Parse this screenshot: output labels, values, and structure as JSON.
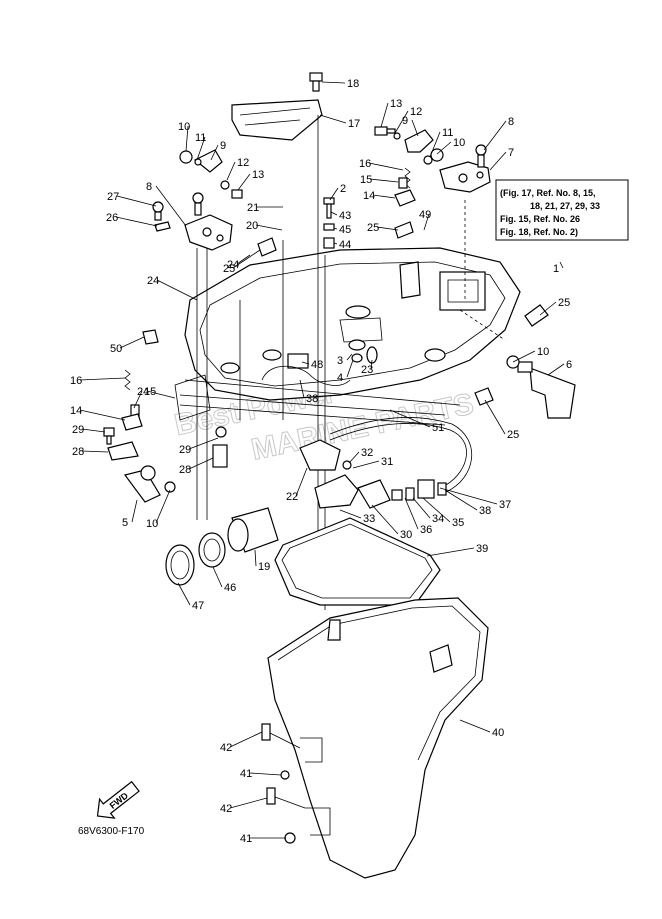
{
  "diagram": {
    "code": "68V6300-F170",
    "fwd_label": "FWD",
    "reference_note": [
      "(Fig. 17, Ref. No. 8, 15,",
      "18, 21, 27, 29, 33",
      "Fig. 15, Ref. No. 26",
      "Fig. 18, Ref. No. 2)"
    ],
    "watermark": [
      "Best Power",
      "MARINE PARTS"
    ],
    "labels": [
      "1",
      "2",
      "3",
      "4",
      "5",
      "6",
      "7",
      "8",
      "9",
      "10",
      "11",
      "12",
      "13",
      "14",
      "15",
      "16",
      "17",
      "18",
      "19",
      "20",
      "21",
      "22",
      "23",
      "24",
      "25",
      "26",
      "27",
      "28",
      "29",
      "30",
      "31",
      "32",
      "33",
      "34",
      "35",
      "36",
      "37",
      "38",
      "39",
      "40",
      "41",
      "42",
      "43",
      "44",
      "45",
      "47",
      "46",
      "48",
      "49",
      "50",
      "51"
    ]
  }
}
